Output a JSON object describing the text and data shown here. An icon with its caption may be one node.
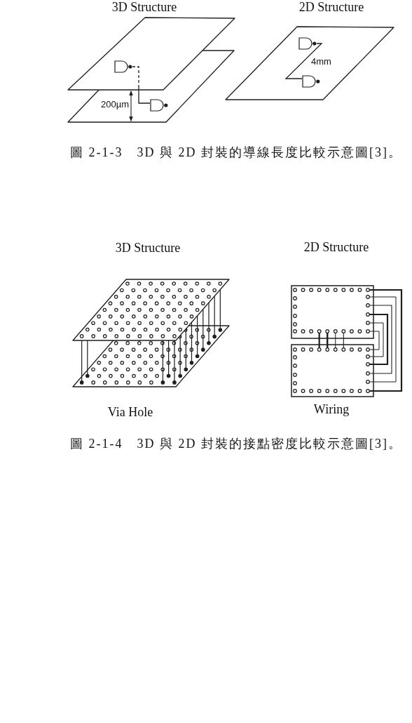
{
  "diagram": {
    "nodes": [
      {
        "text": [],
        "shape": "gate"
      },
      {
        "text": [],
        "shape": "gate"
      },
      {
        "text": [],
        "shape": "gate"
      },
      {
        "text": [],
        "shape": "gate"
      }
    ],
    "edges": [
      {
        "from": 0,
        "to": 1,
        "arrow": "none",
        "style": "dashed"
      },
      {
        "from": 2,
        "to": 3,
        "arrow": "none",
        "label": "4mm"
      }
    ],
    "labels": [
      "3D Structure",
      "2D Structure",
      "200µm",
      "圖 2-1-3　3D 與 2D 封裝的導線長度比較示意圖[3]。",
      "3D Structure",
      "2D Structure",
      "Via Hole",
      "Wiring",
      "圖 2-1-4　3D 與 2D 封裝的接點密度比較示意圖[3]。"
    ]
  }
}
